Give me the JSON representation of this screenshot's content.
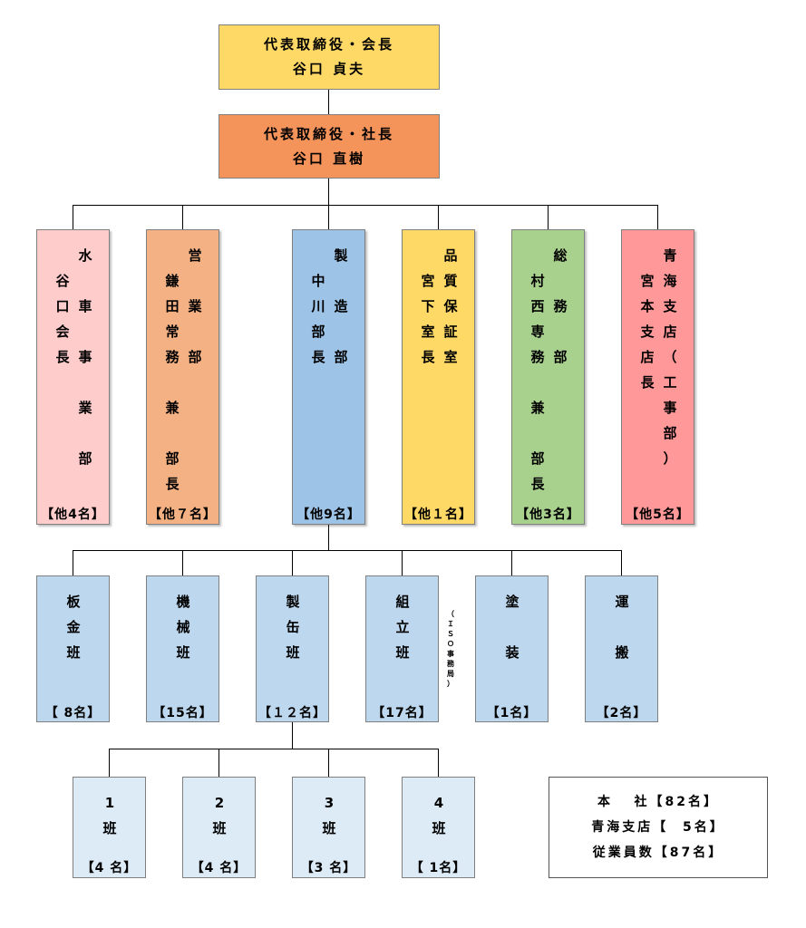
{
  "chairman": {
    "title": "代表取締役・会長",
    "name": "谷口 貞夫",
    "color": "#FFD966"
  },
  "president": {
    "title": "代表取締役・社長",
    "name": "谷口 直樹",
    "color": "#F4935A"
  },
  "departments": [
    {
      "col_a": "水\n\n車\n\n事\n\n業\n\n部",
      "col_b": "谷\n口\n会\n長",
      "count": "【他4名】",
      "color": "#FFCCCC"
    },
    {
      "col_a": "営\n\n業\n\n部",
      "col_b": "鎌\n田\n常\n務\n\n兼\n\n部\n長",
      "count": "【他７名】",
      "color": "#F4B183"
    },
    {
      "col_a": "製\n\n造\n\n部",
      "col_b": "中\n川\n部\n長",
      "count": "【他9名】",
      "color": "#9DC3E6"
    },
    {
      "col_a": "品\n質\n保\n証\n室",
      "col_b": "宮\n下\n室\n長",
      "col_small": "（\nＩ\nＳ\nＯ\n事\n務\n局\n）",
      "count": "【他１名】",
      "color": "#FFD966"
    },
    {
      "col_a": "総\n\n務\n\n部",
      "col_b": "村\n西\n専\n務\n\n兼\n\n部\n長",
      "count": "【他3名】",
      "color": "#A9D18E"
    },
    {
      "col_a": "青\n海\n支\n店\n（\n工\n事\n部\n）",
      "col_b": "宮\n本\n支\n店\n長",
      "count": "【他5名】",
      "color": "#FF9999"
    }
  ],
  "teams": [
    {
      "label": "板\n金\n班",
      "count": "【 8名】"
    },
    {
      "label": "機\n械\n班",
      "count": "【15名】"
    },
    {
      "label": "製\n缶\n班",
      "count": "【１２名】"
    },
    {
      "label": "組\n立\n班",
      "count": "【17名】"
    },
    {
      "label": "塗\n\n装",
      "count": "【1名】"
    },
    {
      "label": "運\n\n搬",
      "count": "【2名】"
    }
  ],
  "team_color": "#BDD7EE",
  "subteams": [
    {
      "label": "1\n班",
      "count": "【4 名】"
    },
    {
      "label": "2\n班",
      "count": "【4 名】"
    },
    {
      "label": "3\n班",
      "count": "【3 名】"
    },
    {
      "label": "4\n班",
      "count": "【 1名】"
    }
  ],
  "subteam_color": "#DDEBF7",
  "summary": {
    "line1": "本   社【82名】",
    "line2": "青海支店【  5名】",
    "line3": "従業員数【87名】"
  }
}
